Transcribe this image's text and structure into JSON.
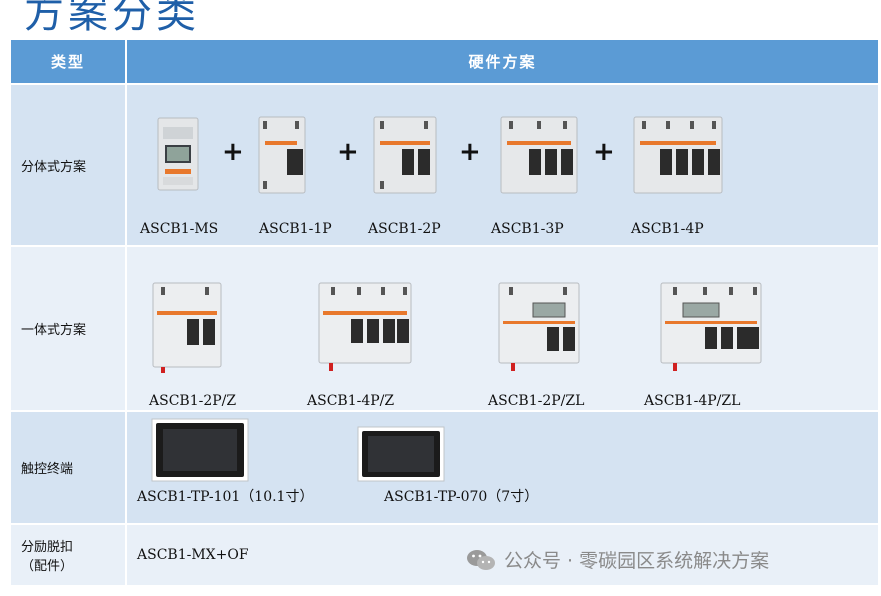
{
  "page": {
    "title": "方案分类"
  },
  "table": {
    "headers": {
      "type": "类型",
      "hardware": "硬件方案"
    },
    "rows": [
      {
        "type": "分体式方案",
        "items": [
          "ASCB1-MS",
          "ASCB1-1P",
          "ASCB1-2P",
          "ASCB1-3P",
          "ASCB1-4P"
        ]
      },
      {
        "type": "一体式方案",
        "items": [
          "ASCB1-2P/Z",
          "ASCB1-4P/Z",
          "ASCB1-2P/ZL",
          "ASCB1-4P/ZL"
        ]
      },
      {
        "type": "触控终端",
        "items": [
          "ASCB1-TP-101（10.1寸）",
          "ASCB1-TP-070（7寸）"
        ]
      },
      {
        "type_line1": "分励脱扣",
        "type_line2": "（配件）",
        "items": [
          "ASCB1-MX+OF"
        ]
      }
    ],
    "plus_sign": "+"
  },
  "watermark": {
    "text": "公众号 · 零碳园区系统解决方案",
    "icon": "wechat-icon"
  },
  "colors": {
    "header": "#5b9bd5",
    "title": "#1f5fa8",
    "row_a": "#d5e3f2",
    "row_b": "#e9f0f8"
  }
}
